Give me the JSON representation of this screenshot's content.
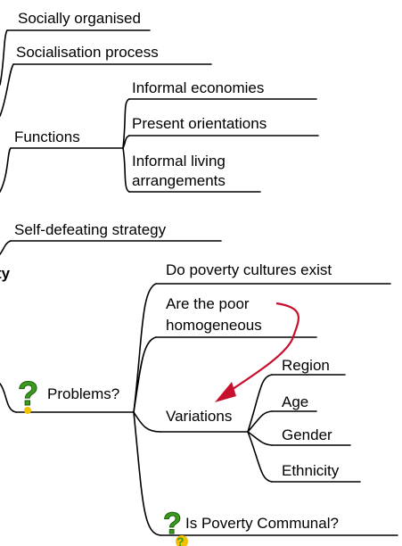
{
  "mindmap": {
    "branch_top": {
      "socially_organised": "Socially organised",
      "socialisation_process": "Socialisation process",
      "functions": {
        "label": "Functions",
        "children": [
          "Informal economies",
          "Present orientations"
        ],
        "informal_living_line1": "Informal living",
        "informal_living_line2": "arrangements"
      }
    },
    "self_defeating": "Self-defeating strategy",
    "root_fragment": "ty",
    "branch_problems": {
      "label": "Problems?",
      "do_poverty_cultures": "Do poverty cultures exist",
      "are_poor_line1": "Are the poor",
      "are_poor_line2": "homogeneous",
      "variations": {
        "label": "Variations",
        "children": [
          "Region",
          "Age",
          "Gender",
          "Ethnicity"
        ]
      },
      "is_poverty_communal": "Is Poverty Communal?"
    }
  },
  "colors": {
    "line": "#000000",
    "arrow": "#c8102e",
    "question_icon_green": "#3a9b1e",
    "question_icon_yellow": "#f2c100"
  },
  "icons": [
    "question-mark-icon",
    "question-mark-icon",
    "question-mark-icon"
  ]
}
